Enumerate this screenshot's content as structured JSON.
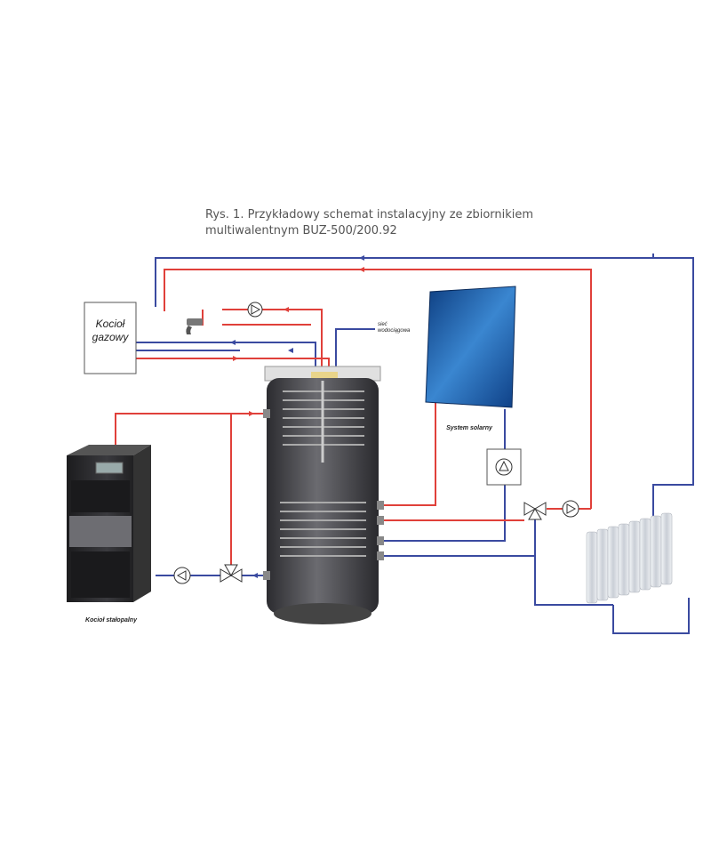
{
  "caption": {
    "line1": "Rys. 1. Przykładowy schemat instalacyjny ze zbiornikiem",
    "line2": "multiwalentnym BUZ-500/200.92"
  },
  "components": {
    "gas_boiler": {
      "line1": "Kocioł",
      "line2": "gazowy"
    },
    "water_network": {
      "line1": "sieć",
      "line2": "wodociągowa"
    },
    "solar_system": "System solarny",
    "solid_fuel_boiler": "Kocioł stałopalny"
  },
  "colors": {
    "hot_pipe": "#e0403a",
    "cold_pipe": "#3a4aa0",
    "tank": "#4a4a4e",
    "collector": "#1d5fa8",
    "radiator": "#d8dde4"
  }
}
